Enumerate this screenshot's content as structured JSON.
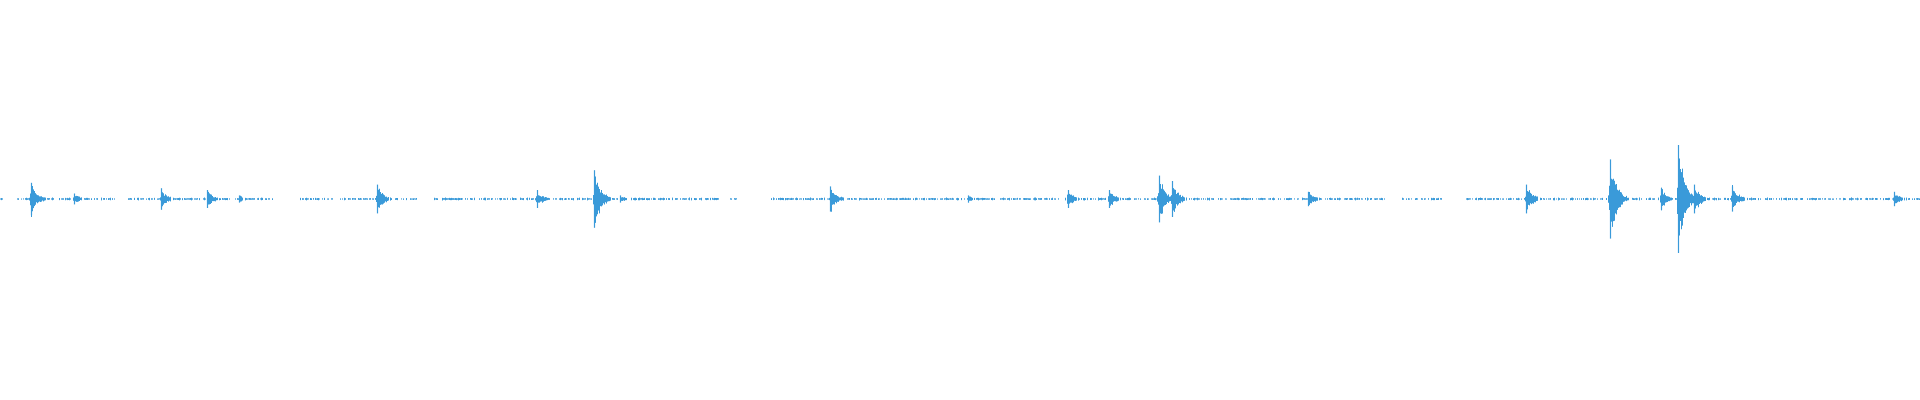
{
  "waveform": {
    "color": "#3a9ad9",
    "background": "#ffffff",
    "peaks": [
      {
        "t": 0.016,
        "amp": 0.09
      },
      {
        "t": 0.0385,
        "amp": 0.03
      },
      {
        "t": 0.084,
        "amp": 0.06
      },
      {
        "t": 0.108,
        "amp": 0.05
      },
      {
        "t": 0.1245,
        "amp": 0.02
      },
      {
        "t": 0.1965,
        "amp": 0.08
      },
      {
        "t": 0.2795,
        "amp": 0.05
      },
      {
        "t": 0.3095,
        "amp": 0.16
      },
      {
        "t": 0.323,
        "amp": 0.02
      },
      {
        "t": 0.4325,
        "amp": 0.07
      },
      {
        "t": 0.504,
        "amp": 0.02
      },
      {
        "t": 0.556,
        "amp": 0.05
      },
      {
        "t": 0.5775,
        "amp": 0.05
      },
      {
        "t": 0.6035,
        "amp": 0.13
      },
      {
        "t": 0.6105,
        "amp": 0.1
      },
      {
        "t": 0.6815,
        "amp": 0.04
      },
      {
        "t": 0.795,
        "amp": 0.08
      },
      {
        "t": 0.8385,
        "amp": 0.22
      },
      {
        "t": 0.865,
        "amp": 0.06
      },
      {
        "t": 0.874,
        "amp": 0.3
      },
      {
        "t": 0.8825,
        "amp": 0.08
      },
      {
        "t": 0.902,
        "amp": 0.07
      },
      {
        "t": 0.9865,
        "amp": 0.04
      }
    ],
    "gaps": [
      [
        0.0015,
        0.008
      ],
      [
        0.0595,
        0.0655
      ],
      [
        0.143,
        0.156
      ],
      [
        0.173,
        0.177
      ],
      [
        0.218,
        0.225
      ],
      [
        0.375,
        0.378
      ],
      [
        0.385,
        0.4
      ],
      [
        0.552,
        0.554
      ],
      [
        0.721,
        0.73
      ],
      [
        0.751,
        0.762
      ]
    ]
  }
}
